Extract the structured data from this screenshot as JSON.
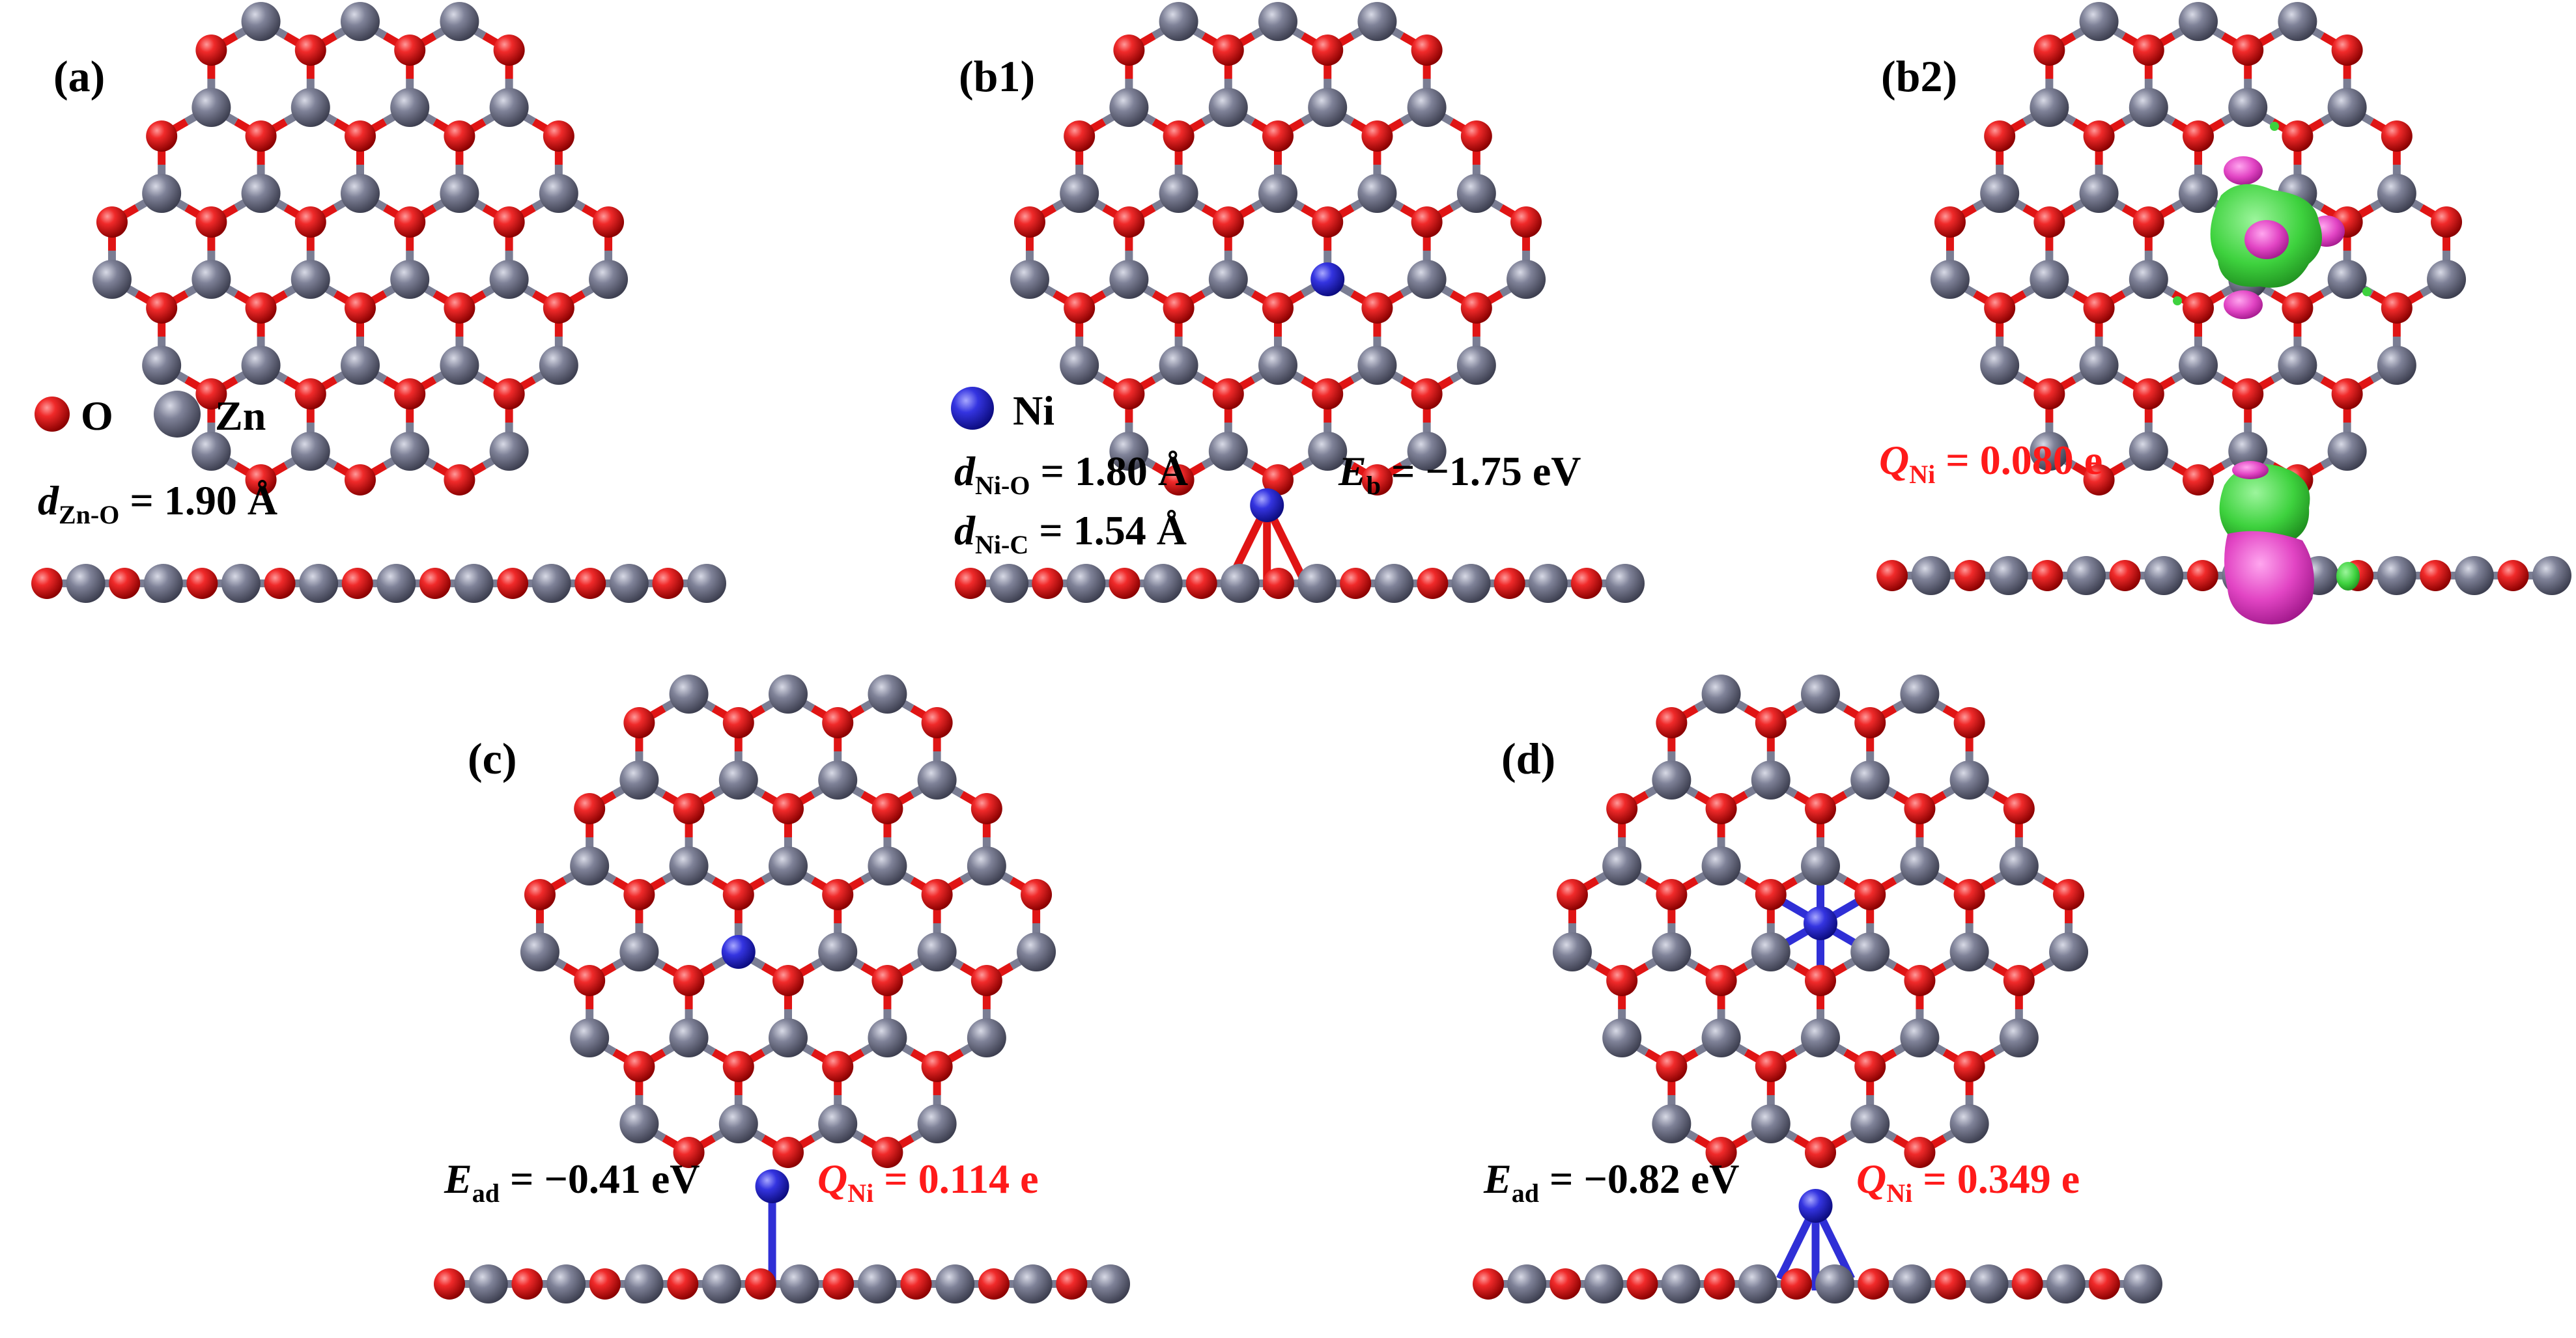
{
  "colors": {
    "oxygen": "#e01414",
    "zinc": "#7a7d93",
    "nickel": "#2f2fd6",
    "red_text": "#ff1a1a",
    "black_text": "#000000",
    "density_green": "#3ed23e",
    "density_pink": "#e245c4"
  },
  "panels": [
    {
      "id": "a",
      "label": "(a)"
    },
    {
      "id": "b1",
      "label": "(b1)"
    },
    {
      "id": "b2",
      "label": "(b2)"
    },
    {
      "id": "c",
      "label": "(c)"
    },
    {
      "id": "d",
      "label": "(d)"
    }
  ],
  "legend": {
    "o": "O",
    "zn": "Zn",
    "ni": "Ni"
  },
  "annotations": {
    "a_dzno": {
      "sym": "d",
      "sub": "Zn-O",
      "rest": " = 1.90 Å"
    },
    "b1_dnio": {
      "sym": "d",
      "sub": "Ni-O",
      "rest": " = 1.80 Å"
    },
    "b1_dnic": {
      "sym": "d",
      "sub": "Ni-C",
      "rest": " = 1.54 Å"
    },
    "b1_eb": {
      "sym": "E",
      "sub": "b",
      "rest": " = −1.75 eV"
    },
    "b2_q": {
      "sym": "Q",
      "sub": "Ni",
      "rest": " = 0.080 e"
    },
    "c_ead": {
      "sym": "E",
      "sub": "ad",
      "rest": " = −0.41 eV"
    },
    "c_q": {
      "sym": "Q",
      "sub": "Ni",
      "rest": " = 0.114 e"
    },
    "d_ead": {
      "sym": "E",
      "sub": "ad",
      "rest": " = −0.82 eV"
    },
    "d_q": {
      "sym": "Q",
      "sub": "Ni",
      "rest": " = 0.349 e"
    }
  }
}
